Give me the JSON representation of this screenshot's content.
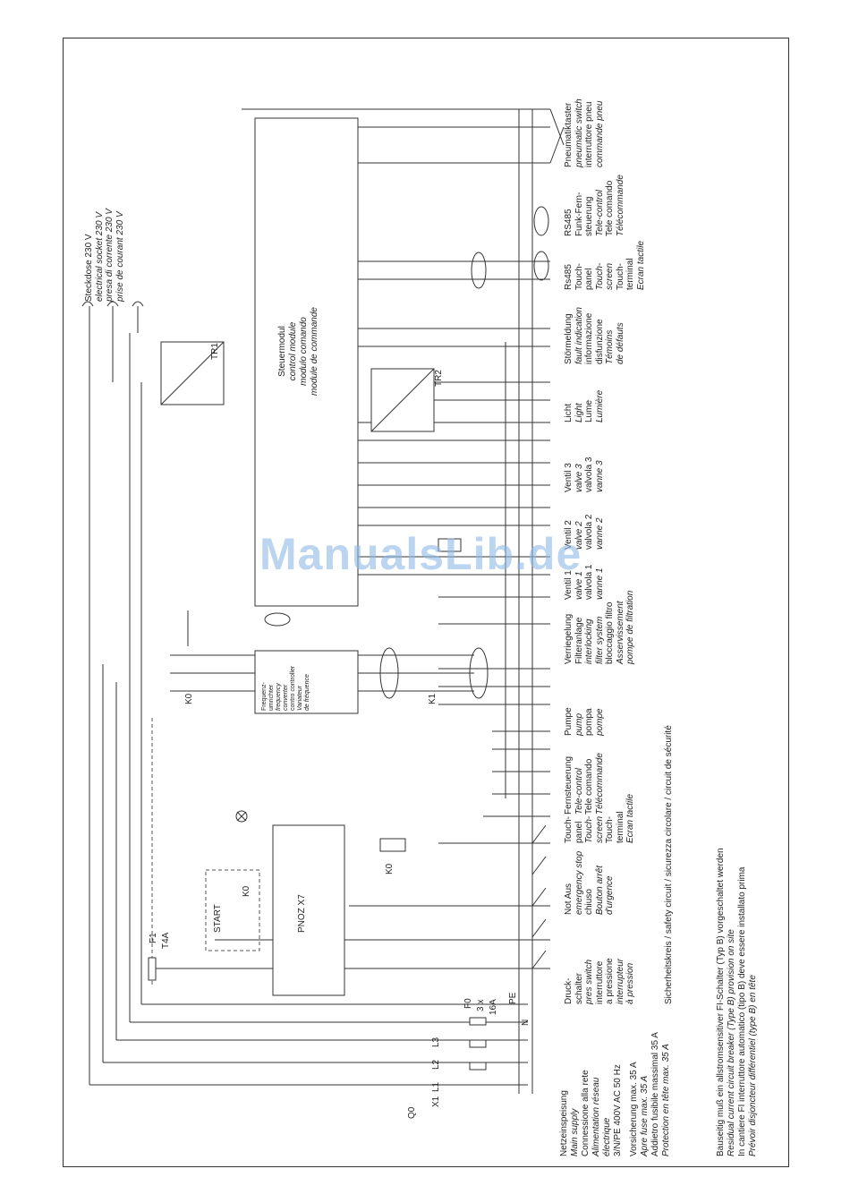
{
  "watermark": "ManualsLib.de",
  "power": {
    "netz": [
      "Netzeinspeisung",
      "Main supply",
      "Connessione alla rete",
      "Alimentation réseau",
      "électrique",
      "3/N/PE 400V AC 50 Hz"
    ],
    "fuse": [
      "Vorsicherung max. 35 A",
      "Apre fuse max. 35 A",
      "Addietro fusibile massimal 35 A",
      "Protection en tête max. 35 A"
    ],
    "note": [
      "Bauseitig muß ein allstromsensitiver FI-Schalter (Typ B) vorgeschaltet werden",
      "Residual current circuit breaker (Type B) provision on site",
      "In cantiere FI interruttore automatico (tipo B) deve essere installato prima",
      "Prévoir disjoncteur différentiel (type B) en tête"
    ]
  },
  "terminals": {
    "x1": "X1",
    "l1": "L1",
    "l2": "L2",
    "l3": "L3",
    "n": "N",
    "pe": "PE",
    "q0": "Q0",
    "f0": "F0",
    "f0_rating": "3 x",
    "f0_amp": "16A",
    "f1": "F1",
    "f1_rating": "T4A"
  },
  "modules": {
    "pnoz": "PNOZ X7",
    "start": "START",
    "k0": "K0",
    "k1": "K1",
    "tr1": "TR1",
    "tr2": "TR2",
    "fu": [
      "Frequenz-",
      "umrichter",
      "frequency",
      "converter",
      "contro controller",
      "Variateur",
      "de fréquence"
    ],
    "steuer": [
      "Steuermodul",
      "control module",
      "modulo comando",
      "module de commande"
    ]
  },
  "socket": [
    "Steckdose 230 V",
    "electrical socket 230 V",
    "presa di corrente 230 V",
    "prise de courant 230 V"
  ],
  "groups": {
    "druck": [
      "Druck-",
      "schalter",
      "pres switch",
      "interruttore",
      "a pressione",
      "interrupteur",
      "à pression"
    ],
    "notaus": [
      "Not Aus",
      "emergency stop",
      "chiuso",
      "Bouton arrêt",
      "d'urgence"
    ],
    "safety": "Sicherheitskreis / safety circuit / sicurezza circolare / circuit de sécurité",
    "touch1": [
      "Touch-",
      "panel",
      "Touch-",
      "screen",
      "Touch-",
      "terminal",
      "Ecran tactile"
    ],
    "fern": [
      "Fernsteuerung",
      "Tele-control",
      "Tele comando",
      "Télécommande"
    ],
    "pumpe": [
      "Pumpe",
      "pump",
      "pompa",
      "pompe"
    ],
    "verr": [
      "Verriegelung",
      "Filteranlage",
      "interlocking",
      "filter system",
      "bloccaggio filtro",
      "Asservissement",
      "pompe de filtration"
    ],
    "v1": [
      "Ventil 1",
      "valve 1",
      "valvola 1",
      "vanne 1"
    ],
    "v2": [
      "Ventil 2",
      "valve 2",
      "valvola 2",
      "vanne 2"
    ],
    "v3": [
      "Ventil 3",
      "valve 3",
      "valvola 3",
      "vanne 3"
    ],
    "licht": [
      "Licht",
      "Light",
      "Lume",
      "Lumière"
    ],
    "stoer": [
      "Störmeldung",
      "fault indication",
      "informazione",
      "disfunzione",
      "Témoins",
      "de défauts"
    ],
    "touch2": [
      "Rs485",
      "Touch-",
      "panel",
      "Touch-",
      "screen",
      "Touch-",
      "terminal",
      "Ecran tactile"
    ],
    "funk": [
      "RS485",
      "Funk-Fern-",
      "steuerung",
      "Tele-control",
      "Tele comando",
      "Télécommande"
    ],
    "pneu": [
      "Pneumatiktaster",
      "pneumatic switch",
      "interruttore pneu",
      "commande pneu"
    ]
  }
}
